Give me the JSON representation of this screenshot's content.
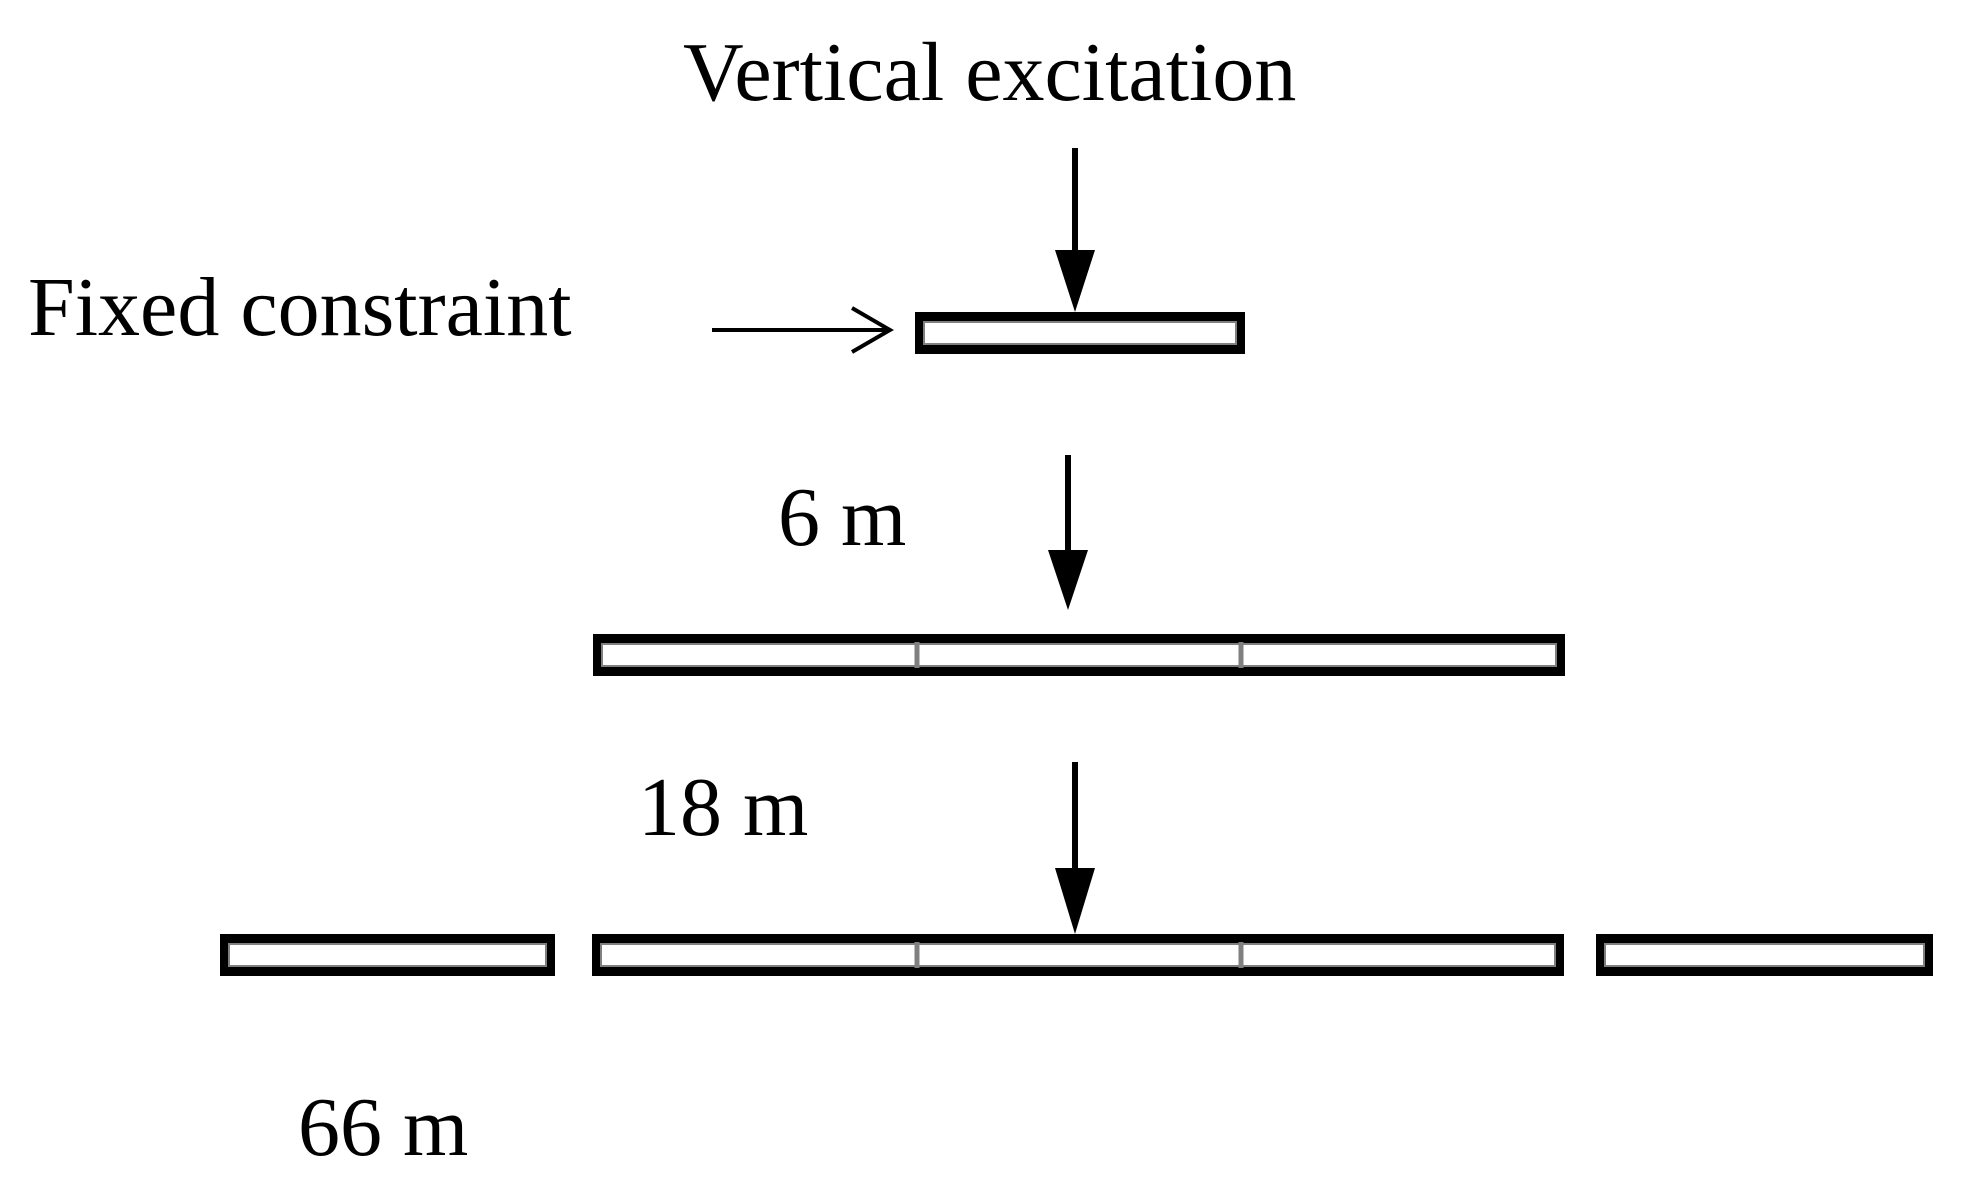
{
  "labels": {
    "excitation": "Vertical excitation",
    "constraint": "Fixed constraint",
    "small_model": "6 m",
    "medium_model": "18 m",
    "large_model": "66 m"
  },
  "colors": {
    "stroke": "#000000",
    "panel_fill": "#ffffff",
    "joint": "#808080"
  }
}
